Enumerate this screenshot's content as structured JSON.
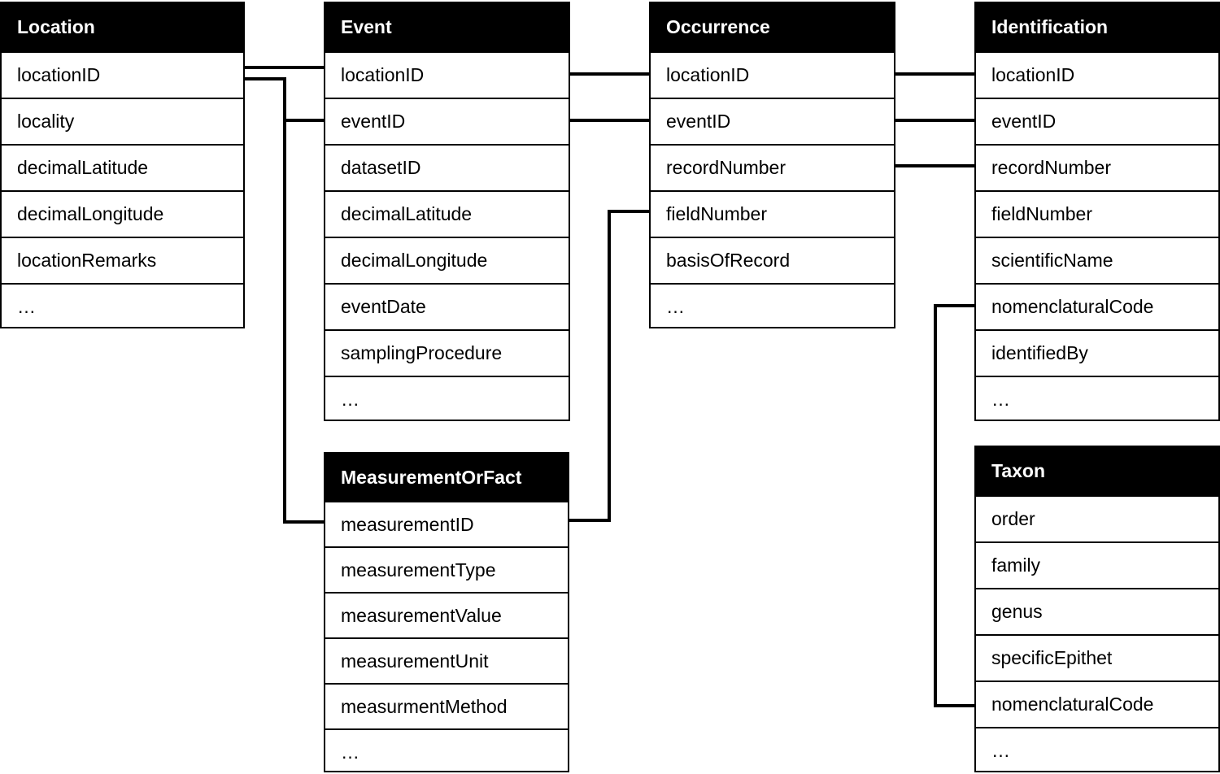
{
  "tables": [
    {
      "id": "location",
      "title": "Location",
      "fields": [
        "locationID",
        "locality",
        "decimalLatitude",
        "decimalLongitude",
        "locationRemarks",
        "…"
      ]
    },
    {
      "id": "event",
      "title": "Event",
      "fields": [
        "locationID",
        "eventID",
        "datasetID",
        "decimalLatitude",
        "decimalLongitude",
        "eventDate",
        "samplingProcedure",
        "…"
      ]
    },
    {
      "id": "occurrence",
      "title": "Occurrence",
      "fields": [
        "locationID",
        "eventID",
        "recordNumber",
        "fieldNumber",
        "basisOfRecord",
        "…"
      ]
    },
    {
      "id": "identification",
      "title": "Identification",
      "fields": [
        "locationID",
        "eventID",
        "recordNumber",
        "fieldNumber",
        "scientificName",
        "nomenclaturalCode",
        "identifiedBy",
        "…"
      ]
    },
    {
      "id": "measurementorfact",
      "title": "MeasurementOrFact",
      "fields": [
        "measurementID",
        "measurementType",
        "measurementValue",
        "measurementUnit",
        "measurmentMethod",
        "…"
      ]
    },
    {
      "id": "taxon",
      "title": "Taxon",
      "fields": [
        "order",
        "family",
        "genus",
        "specificEpithet",
        "nomenclaturalCode",
        "…"
      ]
    }
  ],
  "connectors": [
    {
      "from": "location.locationID",
      "to": "event.locationID"
    },
    {
      "from": "location.locationID",
      "to": "event.eventID"
    },
    {
      "from": "location.locationID",
      "to": "measurementorfact.measurementID"
    },
    {
      "from": "event.locationID",
      "to": "occurrence.locationID"
    },
    {
      "from": "event.eventID",
      "to": "occurrence.eventID"
    },
    {
      "from": "occurrence.fieldNumber",
      "to": "measurementorfact.measurementID"
    },
    {
      "from": "occurrence.locationID",
      "to": "identification.locationID"
    },
    {
      "from": "occurrence.eventID",
      "to": "identification.eventID"
    },
    {
      "from": "occurrence.recordNumber",
      "to": "identification.recordNumber"
    },
    {
      "from": "identification.nomenclaturalCode",
      "to": "taxon.nomenclaturalCode"
    }
  ]
}
